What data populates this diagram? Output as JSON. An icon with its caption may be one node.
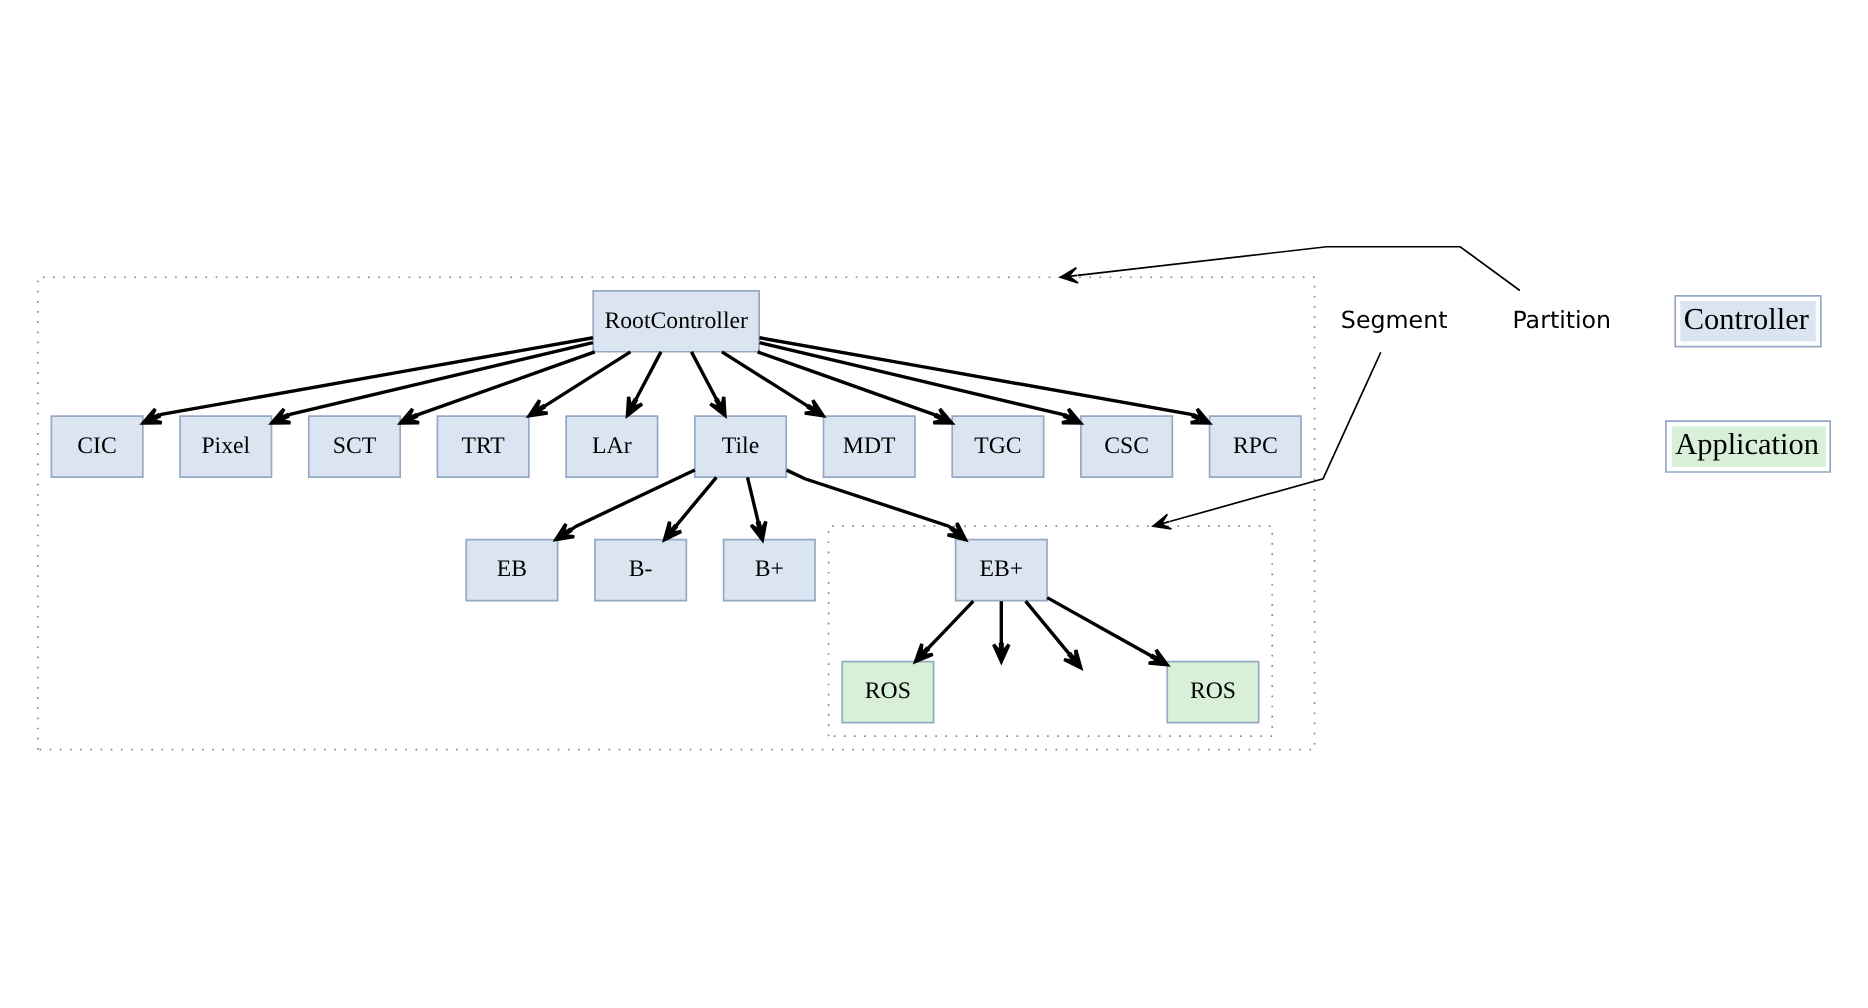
{
  "diagram": {
    "nodes": [
      {
        "text": [],
        "shape": "box"
      },
      {
        "text": [
          "RootController"
        ],
        "in": 0
      },
      {
        "text": [
          "CIC"
        ],
        "in": 0
      },
      {
        "text": [
          "Pixel"
        ],
        "in": 0
      },
      {
        "text": [
          "SCT"
        ],
        "in": 0
      },
      {
        "text": [
          "TRT"
        ],
        "in": 0
      },
      {
        "text": [
          "LAr"
        ],
        "in": 0
      },
      {
        "text": [
          "Tile"
        ],
        "in": 0
      },
      {
        "text": [
          "MDT"
        ],
        "in": 0
      },
      {
        "text": [
          "TGC"
        ],
        "in": 0
      },
      {
        "text": [
          "CSC"
        ],
        "in": 0
      },
      {
        "text": [
          "RPC"
        ],
        "in": 0
      },
      {
        "text": [
          "EB"
        ],
        "in": 0
      },
      {
        "text": [
          "B-"
        ],
        "in": 0
      },
      {
        "text": [
          "B+"
        ],
        "in": 0
      },
      {
        "text": [],
        "shape": "box",
        "in": 0
      },
      {
        "text": [
          "EB+"
        ],
        "in": 15
      },
      {
        "text": [
          "ROS"
        ],
        "in": 15
      },
      {
        "text": [
          "ROS"
        ],
        "in": 15
      },
      {
        "text": [
          "Partition"
        ]
      },
      {
        "text": [
          "Segment"
        ]
      }
    ],
    "edges": [
      {
        "from": 1,
        "to": 2,
        "arrow": "to"
      },
      {
        "from": 1,
        "to": 3,
        "arrow": "to"
      },
      {
        "from": 1,
        "to": 4,
        "arrow": "to"
      },
      {
        "from": 1,
        "to": 5,
        "arrow": "to"
      },
      {
        "from": 1,
        "to": 6,
        "arrow": "to"
      },
      {
        "from": 1,
        "to": 7,
        "arrow": "to"
      },
      {
        "from": 1,
        "to": 8,
        "arrow": "to"
      },
      {
        "from": 1,
        "to": 9,
        "arrow": "to"
      },
      {
        "from": 1,
        "to": 10,
        "arrow": "to"
      },
      {
        "from": 1,
        "to": 11,
        "arrow": "to"
      },
      {
        "from": 7,
        "to": 12,
        "arrow": "to"
      },
      {
        "from": 7,
        "to": 13,
        "arrow": "to"
      },
      {
        "from": 7,
        "to": 14,
        "arrow": "to"
      },
      {
        "from": 7,
        "to": 16,
        "arrow": "to"
      },
      {
        "from": 16,
        "to": 17,
        "arrow": "to"
      },
      {
        "from": 16,
        "to": null,
        "arrow": "to"
      },
      {
        "from": 16,
        "to": null,
        "arrow": "to"
      },
      {
        "from": 16,
        "to": 18,
        "arrow": "to"
      },
      {
        "from": 19,
        "to": 0,
        "arrow": "to"
      },
      {
        "from": 20,
        "to": 15,
        "arrow": "to"
      }
    ],
    "legend": [
      {
        "text": "Controller",
        "color": "#dbe5f1"
      },
      {
        "text": "Application",
        "color": "#d8f0d8"
      }
    ]
  }
}
